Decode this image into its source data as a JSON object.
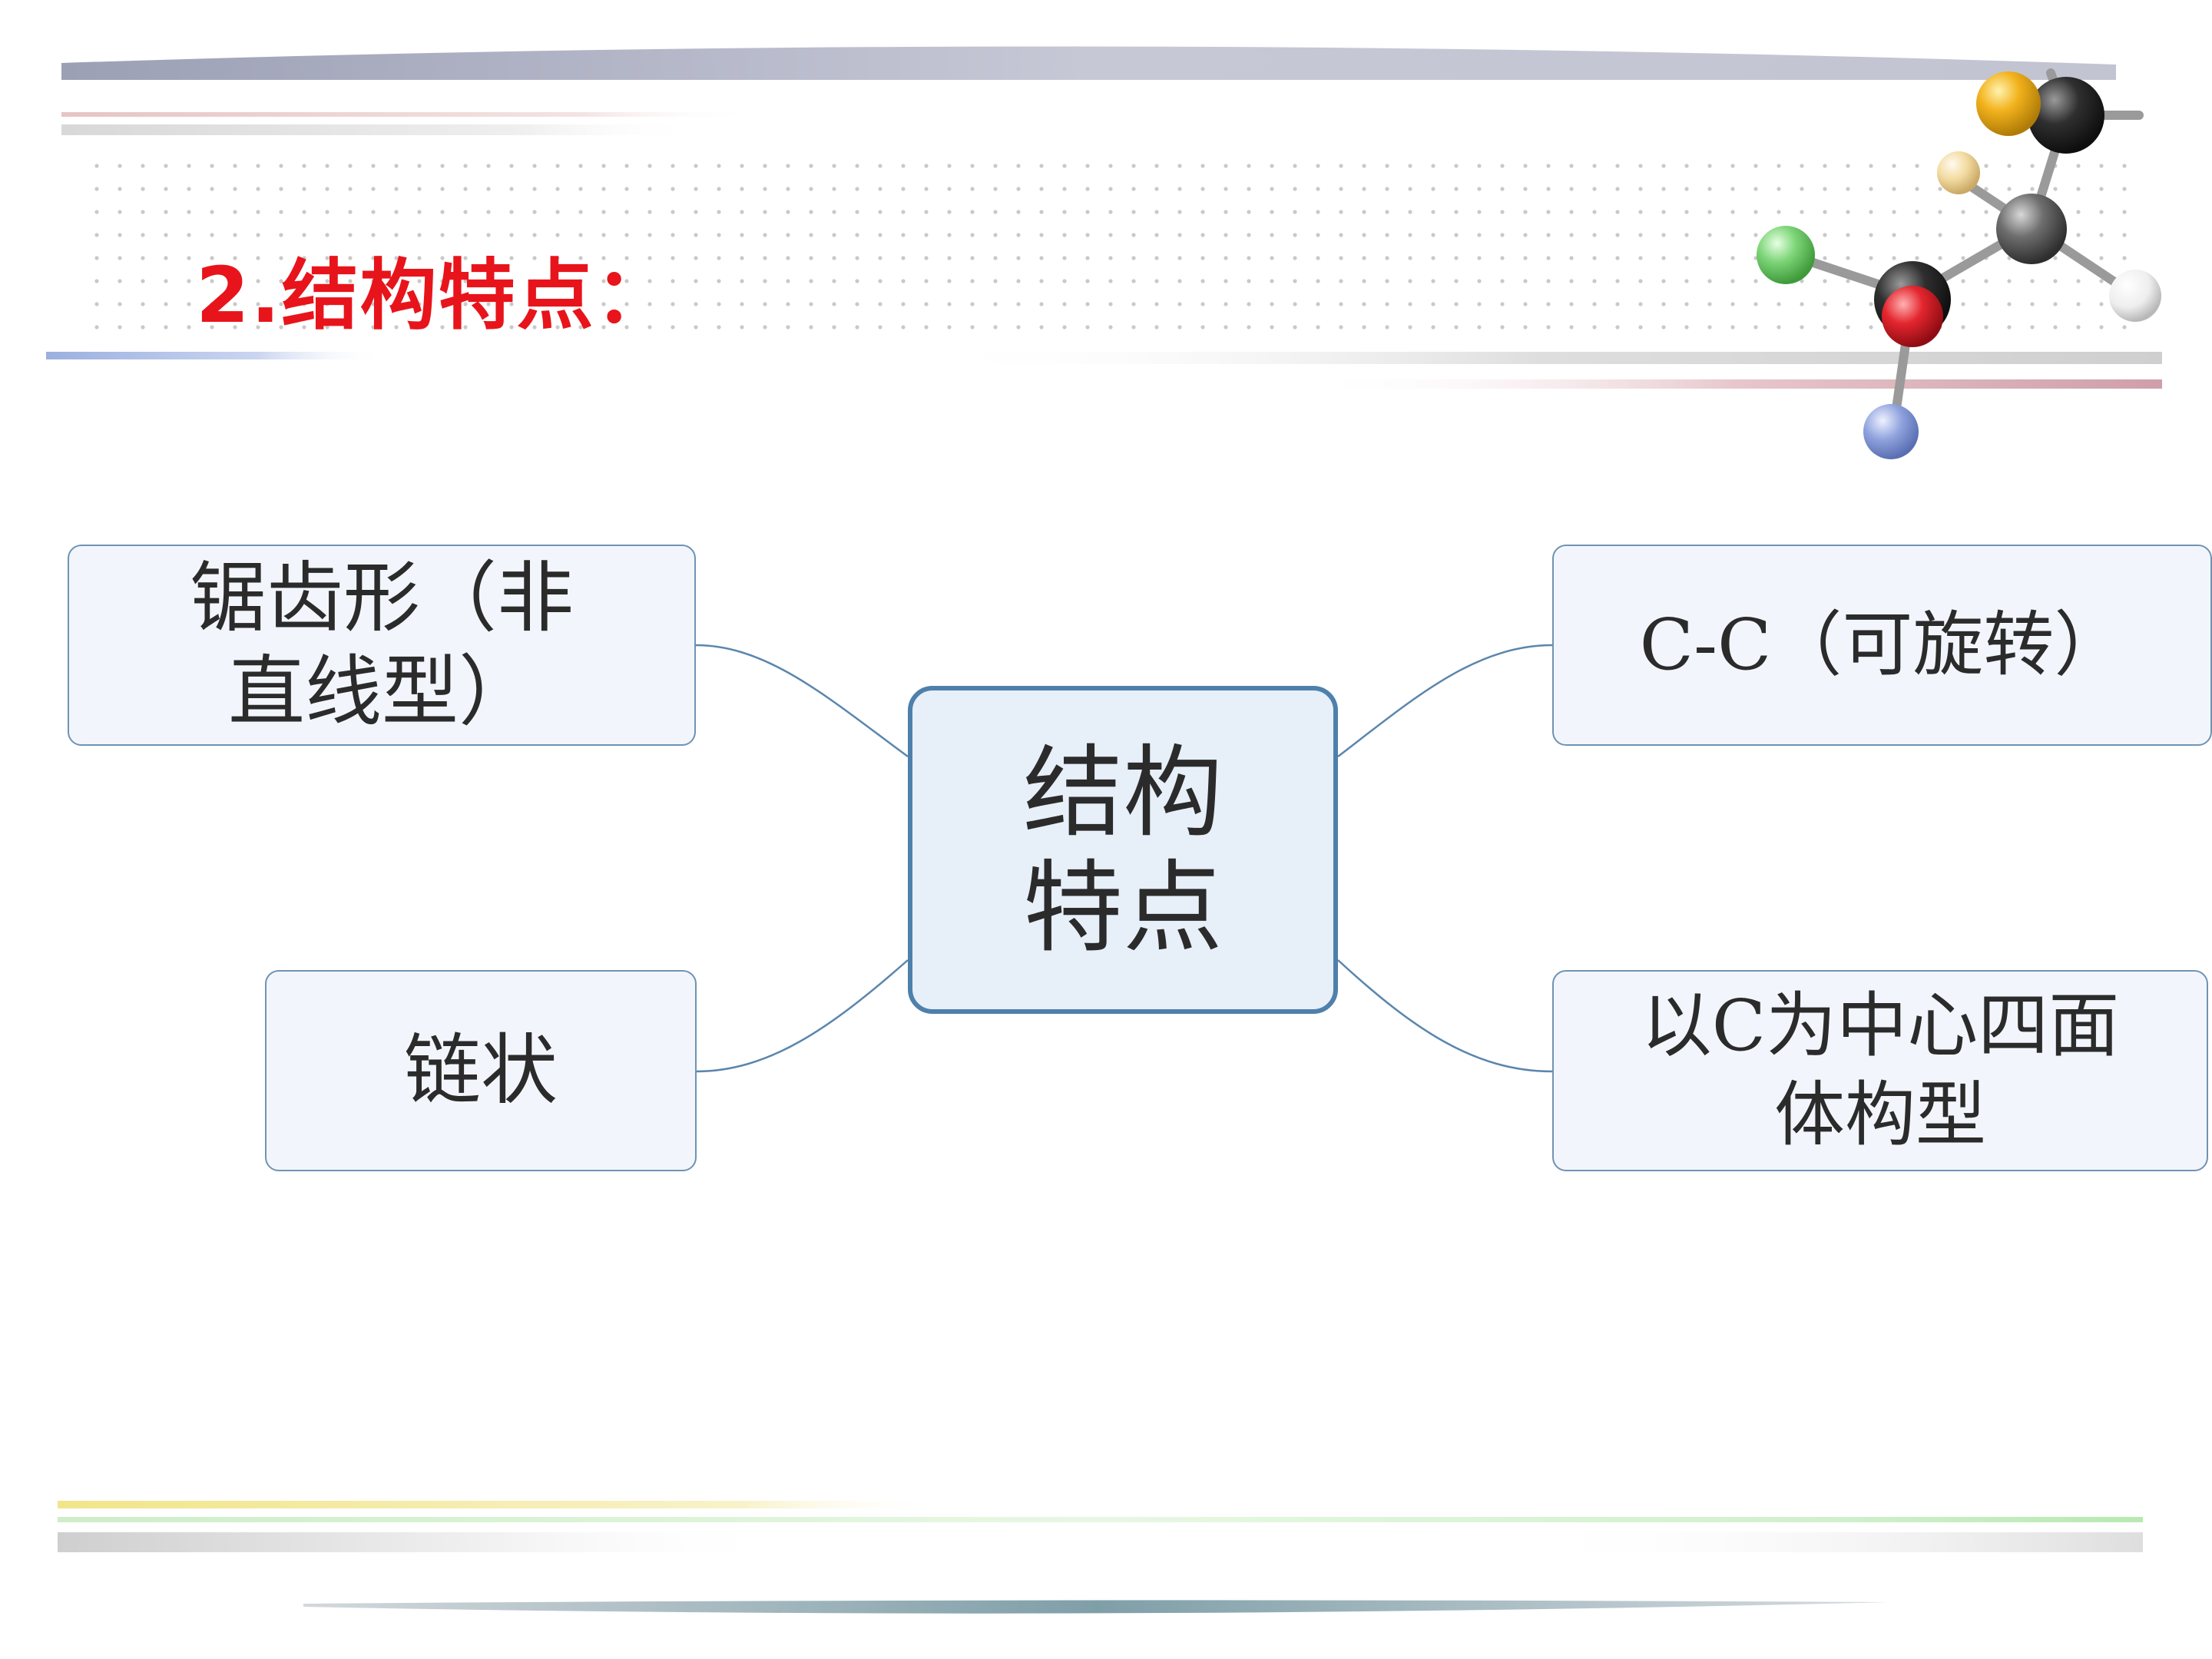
{
  "slide": {
    "title": "2.结构特点："
  },
  "diagram": {
    "center": {
      "line1": "结构",
      "line2": "特点"
    },
    "nodes": {
      "top_left": {
        "line1": "锯齿形（非",
        "line2": "直线型）"
      },
      "bottom_left": {
        "text": "链状"
      },
      "top_right": {
        "text": "C-C（可旋转）"
      },
      "bottom_right": {
        "line1": "以C为中心四面",
        "line2": "体构型"
      }
    },
    "connector_color": "#5b86ad"
  },
  "decoration": {
    "atom_colors": {
      "yellow": "#f2b21c",
      "black": "#2f2f2f",
      "cream": "#f3dca2",
      "gray": "#6e6e6e",
      "green": "#7fd67a",
      "red": "#e4262f",
      "white": "#f2f2f2",
      "blue": "#8fa2dd"
    }
  }
}
